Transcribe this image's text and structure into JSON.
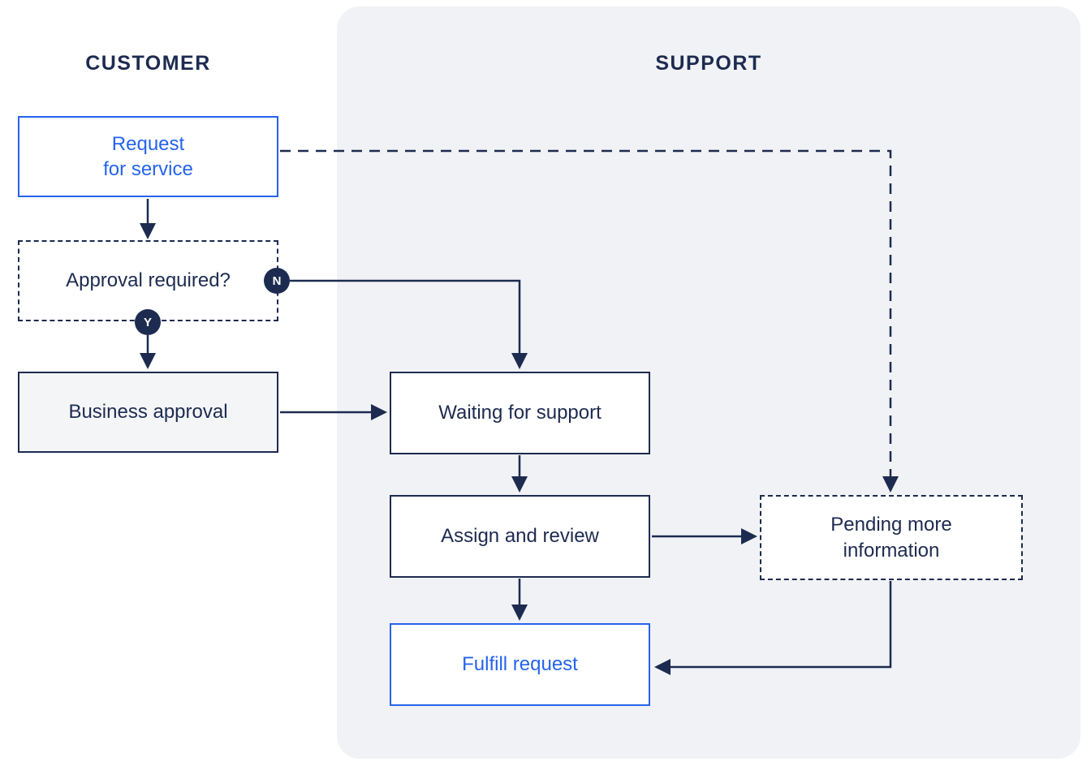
{
  "diagram": {
    "lanes": [
      {
        "id": "customer",
        "label": "CUSTOMER"
      },
      {
        "id": "support",
        "label": "SUPPORT"
      }
    ],
    "nodes": {
      "request_for_service": {
        "label": "Request\nfor service"
      },
      "approval_required": {
        "label": "Approval required?"
      },
      "business_approval": {
        "label": "Business approval"
      },
      "waiting_for_support": {
        "label": "Waiting for support"
      },
      "assign_and_review": {
        "label": "Assign and review"
      },
      "fulfill_request": {
        "label": "Fulfill request"
      },
      "pending_more_information": {
        "label": "Pending more\ninformation"
      }
    },
    "badges": {
      "no": "N",
      "yes": "Y"
    },
    "colors": {
      "accent_blue": "#2563eb",
      "dark_navy": "#1d2b50",
      "support_lane_bg": "#f1f2f5",
      "gray_node_bg": "#f4f5f7"
    }
  }
}
